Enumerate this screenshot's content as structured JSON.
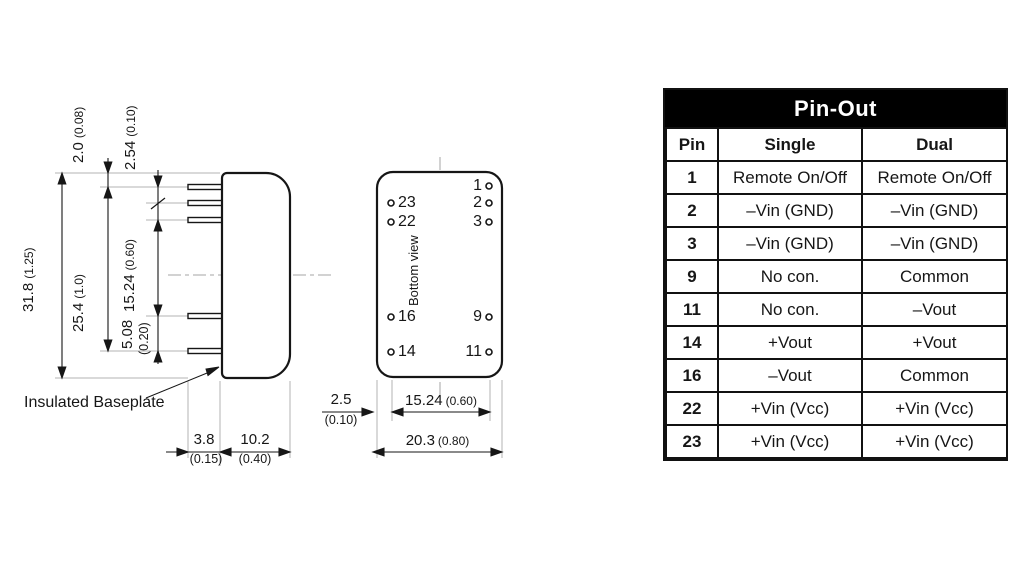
{
  "side_view": {
    "baseplate_label": "Insulated Baseplate",
    "dims": {
      "d20": {
        "mm": "2.0",
        "inch": "(0.08)"
      },
      "d254": {
        "mm": "2.54",
        "inch": "(0.10)"
      },
      "d318": {
        "mm": "31.8",
        "inch": "(1.25)"
      },
      "d2540": {
        "mm": "25.4",
        "inch": "(1.0)"
      },
      "d1524": {
        "mm": "15.24",
        "inch": "(0.60)"
      },
      "d508": {
        "mm": "5.08",
        "inch": "(0.20)"
      },
      "d38": {
        "mm": "3.8",
        "inch": "(0.15)"
      },
      "d102": {
        "mm": "10.2",
        "inch": "(0.40)"
      }
    }
  },
  "bottom_view": {
    "label": "Bottom view",
    "pins_left": [
      "23",
      "22",
      "16",
      "14"
    ],
    "pins_right": [
      "1",
      "2",
      "3",
      "9",
      "11"
    ],
    "dims": {
      "d25": {
        "mm": "2.5",
        "inch": "(0.10)"
      },
      "d1524": {
        "mm": "15.24",
        "inch": "(0.60)"
      },
      "d203": {
        "mm": "20.3",
        "inch": "(0.80)"
      }
    }
  },
  "pinout_table": {
    "title": "Pin-Out",
    "columns": [
      "Pin",
      "Single",
      "Dual"
    ],
    "rows": [
      {
        "pin": "1",
        "single": "Remote On/Off",
        "dual": "Remote On/Off"
      },
      {
        "pin": "2",
        "single": "–Vin (GND)",
        "dual": "–Vin (GND)"
      },
      {
        "pin": "3",
        "single": "–Vin (GND)",
        "dual": "–Vin (GND)"
      },
      {
        "pin": "9",
        "single": "No con.",
        "dual": "Common"
      },
      {
        "pin": "11",
        "single": "No con.",
        "dual": "–Vout"
      },
      {
        "pin": "14",
        "single": "+Vout",
        "dual": "+Vout"
      },
      {
        "pin": "16",
        "single": "–Vout",
        "dual": "Common"
      },
      {
        "pin": "22",
        "single": "+Vin (Vcc)",
        "dual": "+Vin (Vcc)"
      },
      {
        "pin": "23",
        "single": "+Vin (Vcc)",
        "dual": "+Vin (Vcc)"
      }
    ]
  },
  "colors": {
    "line": "#161616",
    "extension_line": "#b3b3b3",
    "centerline": "#a6a6a6",
    "table_header_bg": "#000000",
    "table_header_text": "#ffffff"
  }
}
